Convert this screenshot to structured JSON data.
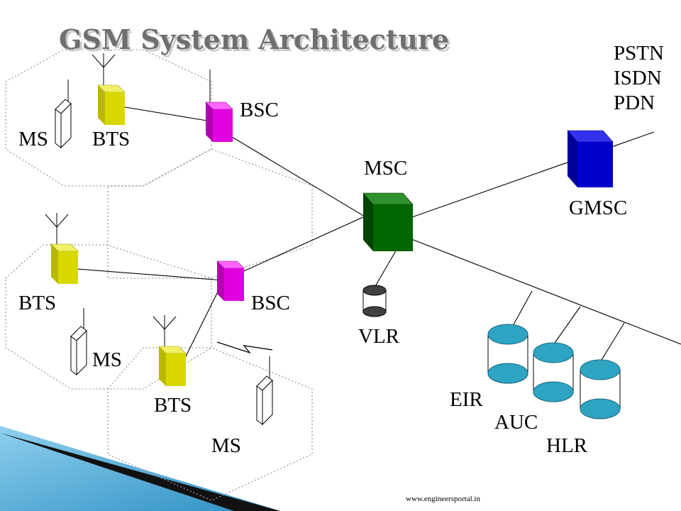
{
  "title": "GSM System Architecture",
  "labels": {
    "ms_top": "MS",
    "bts_top": "BTS",
    "bsc_top": "BSC",
    "msc": "MSC",
    "gmsc": "GMSC",
    "network_1": "PSTN",
    "network_2": "ISDN",
    "network_3": "PDN",
    "bts_mid": "BTS",
    "bsc_mid": "BSC",
    "vlr": "VLR",
    "ms_mid": "MS",
    "bts_bottom": "BTS",
    "ms_bottom": "MS",
    "eir": "EIR",
    "auc": "AUC",
    "hlr": "HLR"
  },
  "footer": {
    "credit": "www.engineersportal.in"
  },
  "colors": {
    "bts": "#d8d800",
    "bsc": "#e000e0",
    "msc": "#006600",
    "gmsc": "#0000cc",
    "database": "#2ea3c2",
    "vlr": "#404040",
    "accent_stripe": "#3fa7d8"
  },
  "icons": [
    "mobile-station-icon",
    "antenna-icon",
    "cube-icon",
    "cylinder-icon",
    "lightning-icon"
  ]
}
